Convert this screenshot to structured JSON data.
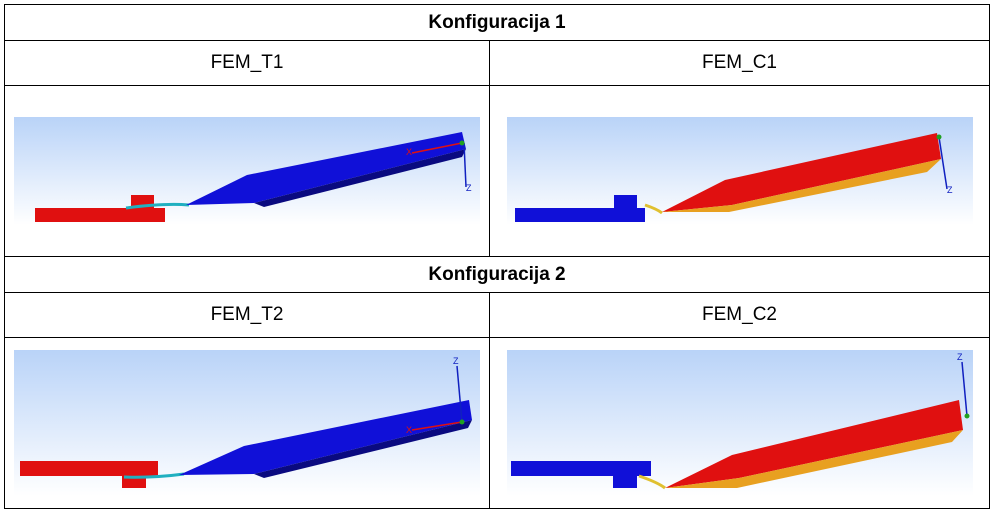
{
  "sections": [
    {
      "title": "Konfiguracija 1",
      "left": {
        "label": "FEM_T1"
      },
      "right": {
        "label": "FEM_C1"
      }
    },
    {
      "title": "Konfiguracija 2",
      "left": {
        "label": "FEM_T2"
      },
      "right": {
        "label": "FEM_C2"
      }
    }
  ],
  "axes": {
    "x": "X",
    "z": "Z"
  },
  "colors": {
    "red": "#e01010",
    "blue": "#1010d8",
    "orange": "#e8a020",
    "sky_top": "#b9d3f8",
    "sky_bottom": "#ffffff"
  }
}
